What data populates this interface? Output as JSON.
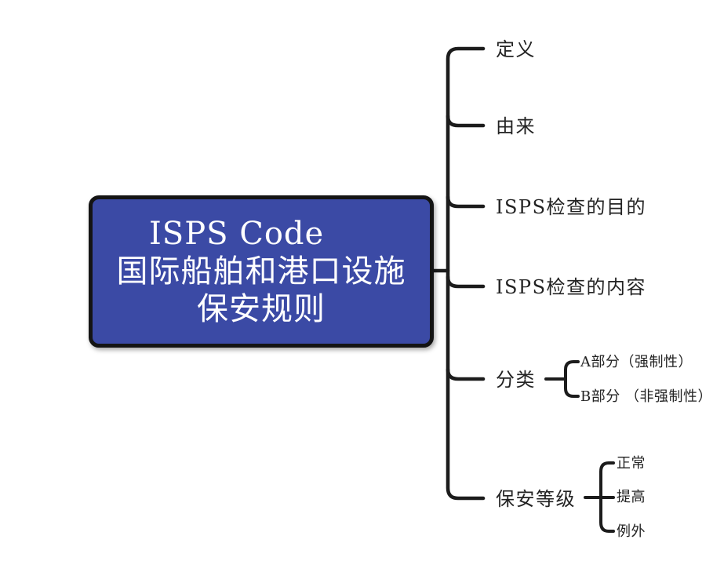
{
  "page": {
    "background": "#ffffff"
  },
  "line_color": "#1c1c1c",
  "label_color": "#232323",
  "root": {
    "title_en": "ISPS Code",
    "title_zh_line1": "国际船舶和港口设施",
    "title_zh_line2": "保安规则",
    "fill_color": "#3b4aa5",
    "border_color": "#141414",
    "text_color": "#ffffff"
  },
  "branches": [
    {
      "label": "定义",
      "children": []
    },
    {
      "label": "由来",
      "children": []
    },
    {
      "label": "ISPS检查的目的",
      "children": []
    },
    {
      "label": "ISPS检查的内容",
      "children": []
    },
    {
      "label": "分类",
      "children": [
        {
          "label": "A部分（强制性）"
        },
        {
          "label": "B部分 （非强制性）"
        }
      ]
    },
    {
      "label": "保安等级",
      "children": [
        {
          "label": "正常"
        },
        {
          "label": "提高"
        },
        {
          "label": "例外"
        }
      ]
    }
  ]
}
